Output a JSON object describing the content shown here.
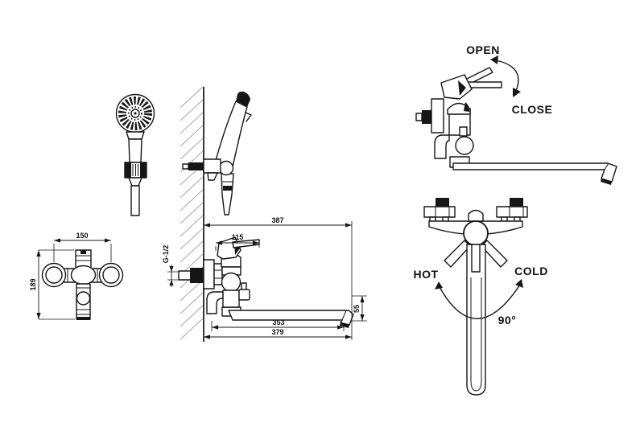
{
  "drawing": {
    "annotations": {
      "open": "OPEN",
      "close": "CLOSE",
      "hot": "HOT",
      "cold": "COLD",
      "angle": "90°"
    },
    "dimensions": {
      "front_width": "150",
      "front_height": "189",
      "side_overall_reach": "387",
      "lever_length": "115",
      "inlet_thread": "G-1/2",
      "spout_end_height": "55",
      "spout_reach_inner": "353",
      "spout_reach_outer": "379"
    },
    "colors": {
      "line": "#161616",
      "hatch": "#ababab",
      "background": "#ffffff"
    }
  }
}
